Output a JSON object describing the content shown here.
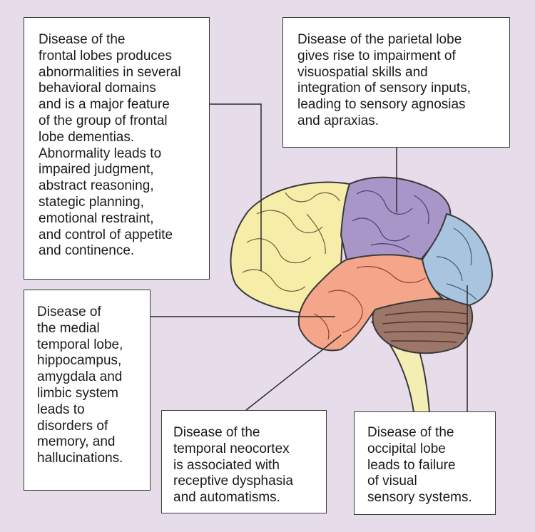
{
  "annotations": {
    "frontal": "Disease of the\nfrontal lobes produces\nabnormalities in several\nbehavioral domains\nand is a major feature\nof the group of frontal\nlobe dementias.\nAbnormality leads to\nimpaired judgment,\nabstract reasoning,\nstategic planning,\nemotional restraint,\nand control of appetite\nand continence.",
    "parietal": "Disease of the parietal lobe\ngives rise to impairment of\nvisuospatial skills and\nintegration of sensory inputs,\nleading to sensory agnosias\nand apraxias.",
    "medial_temporal": "Disease of\nthe medial\ntemporal lobe,\nhippocampus,\namygdala and\nlimbic system\nleads to\ndisorders of\nmemory, and\nhallucinations.",
    "temporal_neocortex": "Disease of the\ntemporal neocortex\nis associated with\nreceptive dysphasia\nand automatisms.",
    "occipital": "Disease of the\noccipital lobe\nleads to failure\nof visual\nsensory systems."
  },
  "colors": {
    "background": "#e6dcea",
    "frontal_lobe": "#f6eda8",
    "parietal_lobe": "#a996c9",
    "occipital_lobe": "#a9c4df",
    "temporal_lobe": "#f4a58a",
    "cerebellum": "#9c7668",
    "brainstem": "#f4eeb5",
    "outline": "#3a3a3a"
  }
}
